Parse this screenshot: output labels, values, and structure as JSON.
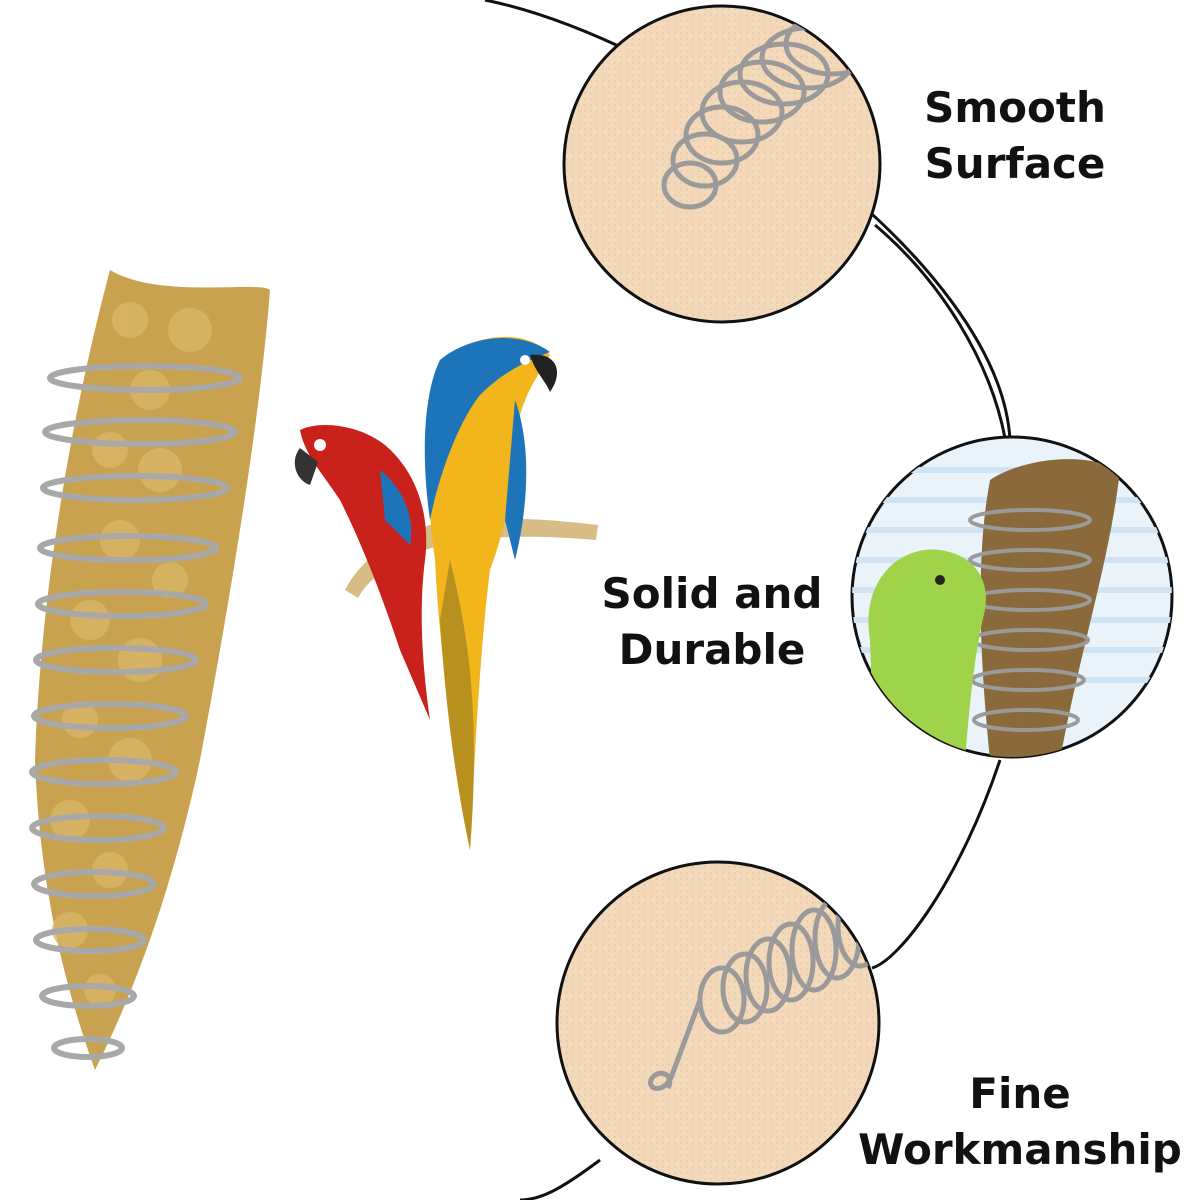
{
  "features": [
    {
      "line1": "Smooth",
      "line2": "Surface"
    },
    {
      "line1": "Solid and",
      "line2": "Durable"
    },
    {
      "line1": "Fine",
      "line2": "Workmanship"
    }
  ],
  "colors": {
    "background": "#ffffff",
    "connector_line": "#111111",
    "circle_fill_beige": "#f3d9b9",
    "steel_spiral": "#9a9a9a",
    "millet": "#c9a24f",
    "macaw_red": "#c9221c",
    "macaw_blue": "#1e74b8",
    "macaw_yellow": "#f2b51c",
    "parakeet_green": "#9fd44a",
    "cage_blue": "#cfe3f2"
  },
  "icons": [
    "spiral-feeder-icon",
    "macaw-icon",
    "parakeet-icon",
    "perch-icon"
  ]
}
